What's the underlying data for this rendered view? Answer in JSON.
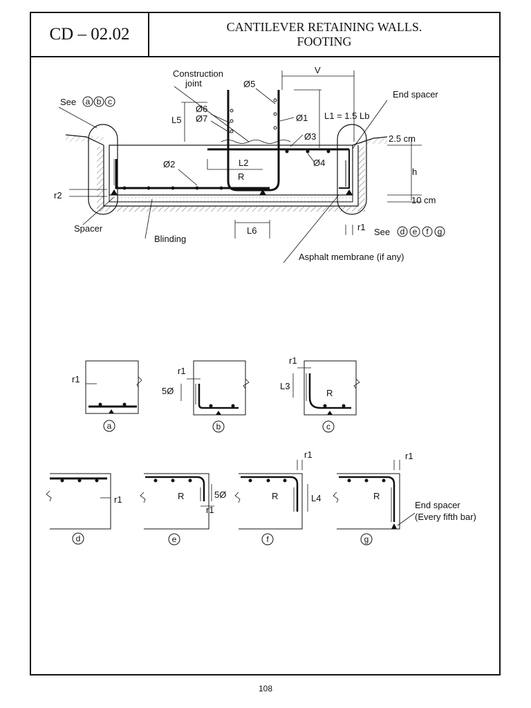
{
  "header": {
    "code": "CD – 02.02",
    "title_line1": "CANTILEVER RETAINING WALLS.",
    "title_line2": "FOOTING"
  },
  "main_labels": {
    "construction": "Construction",
    "joint": "joint",
    "v": "V",
    "end_spacer": "End spacer",
    "see_abc_prefix": "See",
    "l1_eq": "L1 = 1.5 Lb",
    "phi5": "Ø5",
    "phi6": "Ø6",
    "phi7": "Ø7",
    "phi1": "Ø1",
    "phi3": "Ø3",
    "phi4": "Ø4",
    "phi2": "Ø2",
    "l5": "L5",
    "l2": "L2",
    "r": "R",
    "r2": "r2",
    "dim_25": "2.5 cm",
    "h": "h",
    "dim_10": "10 cm",
    "spacer": "Spacer",
    "blinding": "Blinding",
    "l6": "L6",
    "r1": "r1",
    "see_defg_prefix": "See",
    "asphalt": "Asphalt membrane (if any)"
  },
  "details": {
    "a": "a",
    "b": "b",
    "c": "c",
    "d": "d",
    "e": "e",
    "f": "f",
    "g": "g",
    "r1": "r1",
    "five_phi": "5Ø",
    "l3": "L3",
    "l4": "L4",
    "r": "R",
    "end_spacer": "End spacer",
    "every_fifth": "(Every fifth bar)"
  },
  "footer": {
    "page": "108"
  }
}
